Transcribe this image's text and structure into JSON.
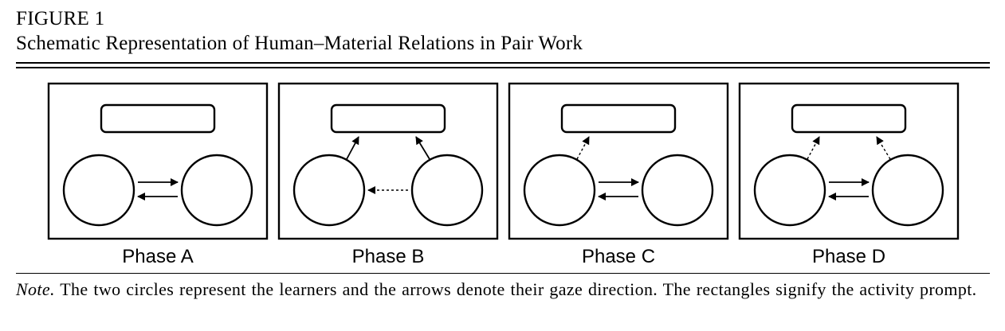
{
  "figure": {
    "label": "FIGURE 1",
    "title": "Schematic Representation of Human–Material Relations in Pair Work"
  },
  "panels": [
    {
      "label": "Phase A",
      "gaze": {
        "left_to_right": "solid",
        "right_to_left": "solid",
        "left_to_prompt": "none",
        "right_to_prompt": "none"
      }
    },
    {
      "label": "Phase B",
      "gaze": {
        "left_to_right": "none",
        "right_to_left": "dotted",
        "left_to_prompt": "solid",
        "right_to_prompt": "solid"
      }
    },
    {
      "label": "Phase C",
      "gaze": {
        "left_to_right": "solid",
        "right_to_left": "solid",
        "left_to_prompt": "dotted",
        "right_to_prompt": "none"
      }
    },
    {
      "label": "Phase D",
      "gaze": {
        "left_to_right": "solid",
        "right_to_left": "solid",
        "left_to_prompt": "dotted",
        "right_to_prompt": "dotted"
      }
    }
  ],
  "note": {
    "lead": "Note.",
    "text": " The two circles represent the learners and the arrows denote their gaze direction. The rectangles signify the activity prompt."
  }
}
